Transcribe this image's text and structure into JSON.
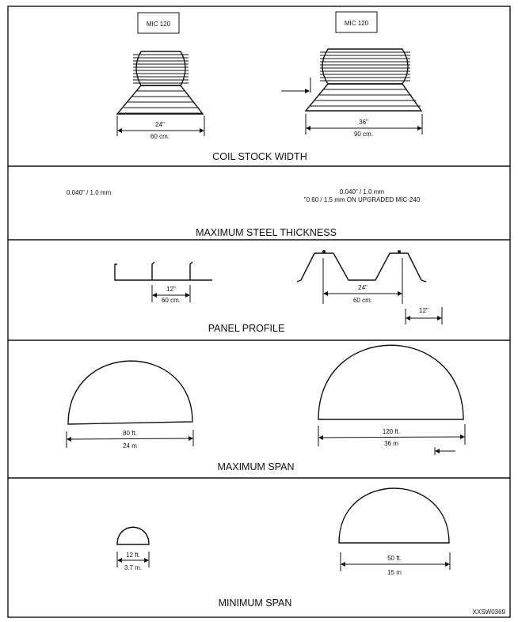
{
  "coil_stock_width": {
    "title": "COIL STOCK WIDTH",
    "left": {
      "model": "MIC 120",
      "width_in": "24\"",
      "width_cm": "60 cm."
    },
    "right": {
      "model": "MIC 120",
      "width_in": "36\"",
      "width_cm": "90 cm."
    }
  },
  "max_steel_thickness": {
    "title": "MAXIMUM STEEL THICKNESS",
    "left": "0.040\" / 1.0 mm",
    "right_line1": "0.040\" / 1.0 mm",
    "right_line2": "\"0.60 / 1.5 mm ON UPGRADED MIC-240"
  },
  "panel_profile": {
    "title": "PANEL PROFILE",
    "left": {
      "spacing_in": "12\"",
      "spacing_cm": "60 cm."
    },
    "right": {
      "spacing_in": "24\"",
      "spacing_cm": "60 cm.",
      "flange_in": "12\""
    }
  },
  "maximum_span": {
    "title": "MAXIMUM SPAN",
    "left": {
      "ft": "80 ft.",
      "m": "24 m"
    },
    "right": {
      "ft": "120 ft.",
      "m": "36 m"
    }
  },
  "minimum_span": {
    "title": "MINIMUM SPAN",
    "left": {
      "ft": "12 ft.",
      "m": "3.7 m."
    },
    "right": {
      "ft": "50 ft.",
      "m": "15 m"
    }
  },
  "figure_id": "XXSW0369"
}
